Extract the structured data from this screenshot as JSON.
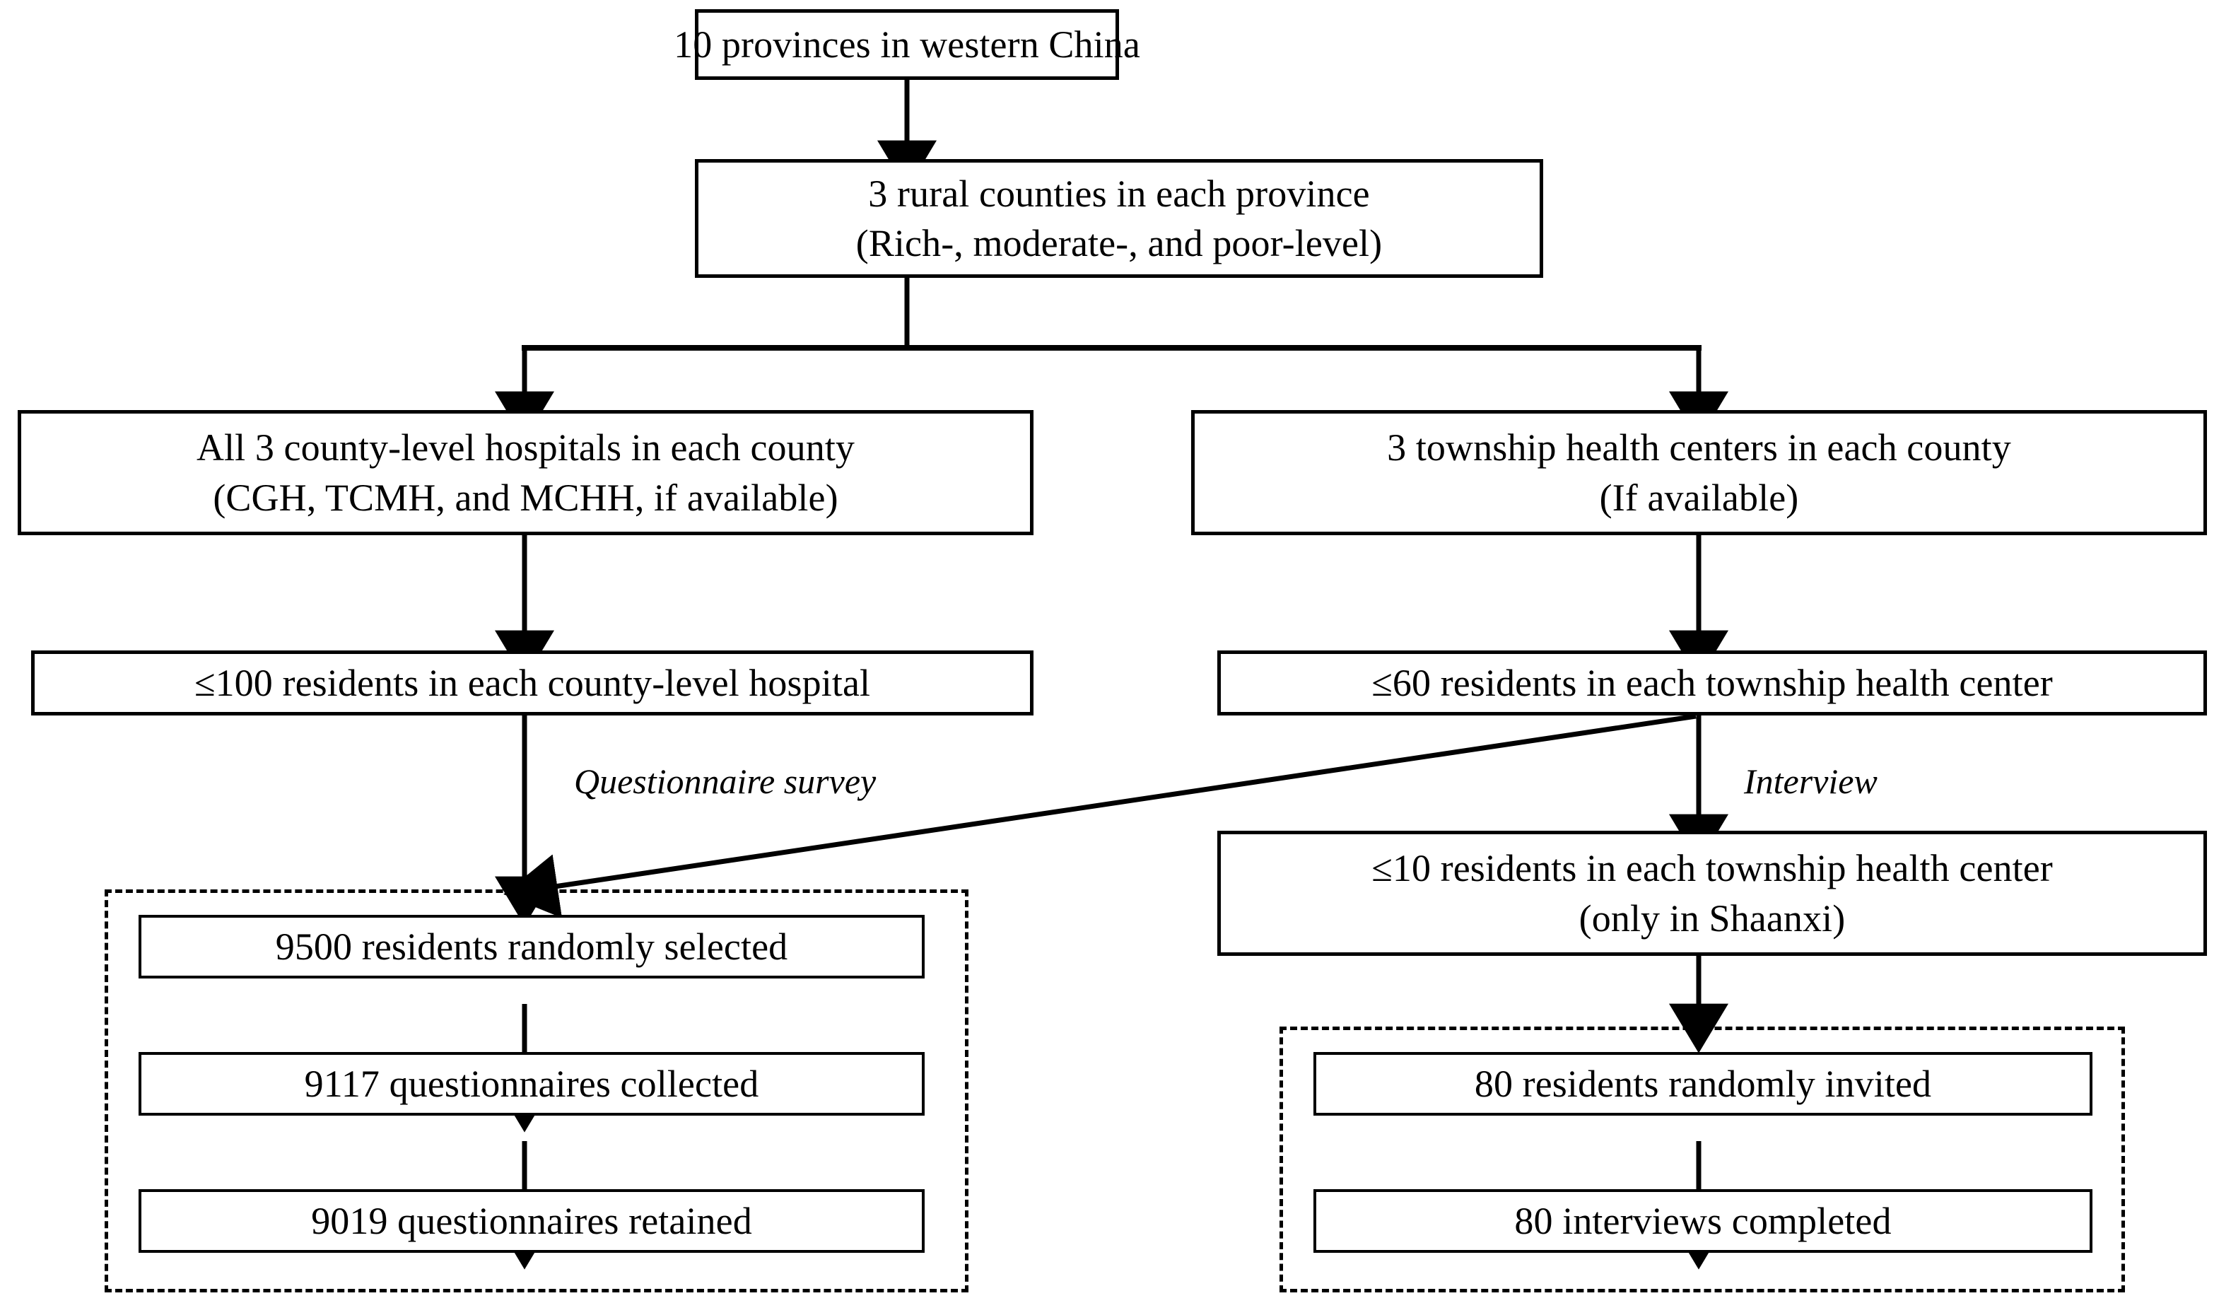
{
  "diagram": {
    "title": "Study sampling and data collection flowchart",
    "colors": {
      "stroke": "#000000",
      "background": "#ffffff",
      "text": "#000000"
    },
    "nodes": {
      "provinces": {
        "lines": [
          "10 provinces in western China"
        ]
      },
      "counties": {
        "lines": [
          "3 rural counties in each province",
          "(Rich-, moderate-, and poor-level)"
        ]
      },
      "county_hospitals": {
        "lines": [
          "All 3 county-level hospitals in each county",
          "(CGH, TCMH, and MCHH, if available)"
        ]
      },
      "township_centers": {
        "lines": [
          "3 township health centers in each county",
          "(If available)"
        ]
      },
      "residents_hospital": {
        "lines": [
          "≤100 residents in each county-level hospital"
        ]
      },
      "residents_township": {
        "lines": [
          "≤60 residents in each township health center"
        ]
      },
      "residents_interview": {
        "lines": [
          "≤10 residents in each township health center",
          "(only in Shaanxi)"
        ]
      },
      "selected_9500": {
        "lines": [
          "9500 residents randomly selected"
        ]
      },
      "collected_9117": {
        "lines": [
          "9117 questionnaires collected"
        ]
      },
      "retained_9019": {
        "lines": [
          "9019 questionnaires retained"
        ]
      },
      "invited_80": {
        "lines": [
          "80 residents randomly invited"
        ]
      },
      "completed_80": {
        "lines": [
          "80 interviews completed"
        ]
      }
    },
    "edge_labels": {
      "questionnaire_survey": "Questionnaire survey",
      "interview": "Interview"
    },
    "groups": {
      "survey_group": "questionnaire survey outcome group",
      "interview_group": "interview outcome group"
    }
  }
}
